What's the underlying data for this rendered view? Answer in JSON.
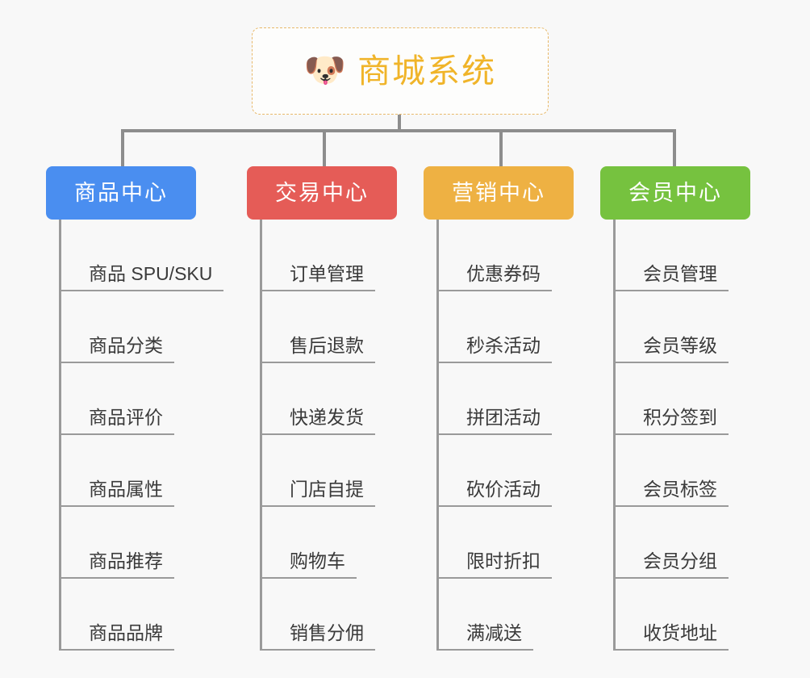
{
  "canvas": {
    "background": "#f8f8f8",
    "line_color": "#8d8d8d",
    "leaf_line_color": "#9a9a9a"
  },
  "root": {
    "icon": "shiba-dog-emoji",
    "emoji": "🐶",
    "title": "商城系统",
    "title_color": "#f0b429",
    "border_color": "#e8b96a",
    "background": "#fdfdfc"
  },
  "categories": [
    {
      "label": "商品中心",
      "color": "#4a8ef0",
      "items": [
        "商品 SPU/SKU",
        "商品分类",
        "商品评价",
        "商品属性",
        "商品推荐",
        "商品品牌"
      ]
    },
    {
      "label": "交易中心",
      "color": "#e55c57",
      "items": [
        "订单管理",
        "售后退款",
        "快递发货",
        "门店自提",
        "购物车",
        "销售分佣"
      ]
    },
    {
      "label": "营销中心",
      "color": "#eeb143",
      "items": [
        "优惠券码",
        "秒杀活动",
        "拼团活动",
        "砍价活动",
        "限时折扣",
        "满减送"
      ]
    },
    {
      "label": "会员中心",
      "color": "#76c23f",
      "items": [
        "会员管理",
        "会员等级",
        "积分签到",
        "会员标签",
        "会员分组",
        "收货地址"
      ]
    }
  ]
}
